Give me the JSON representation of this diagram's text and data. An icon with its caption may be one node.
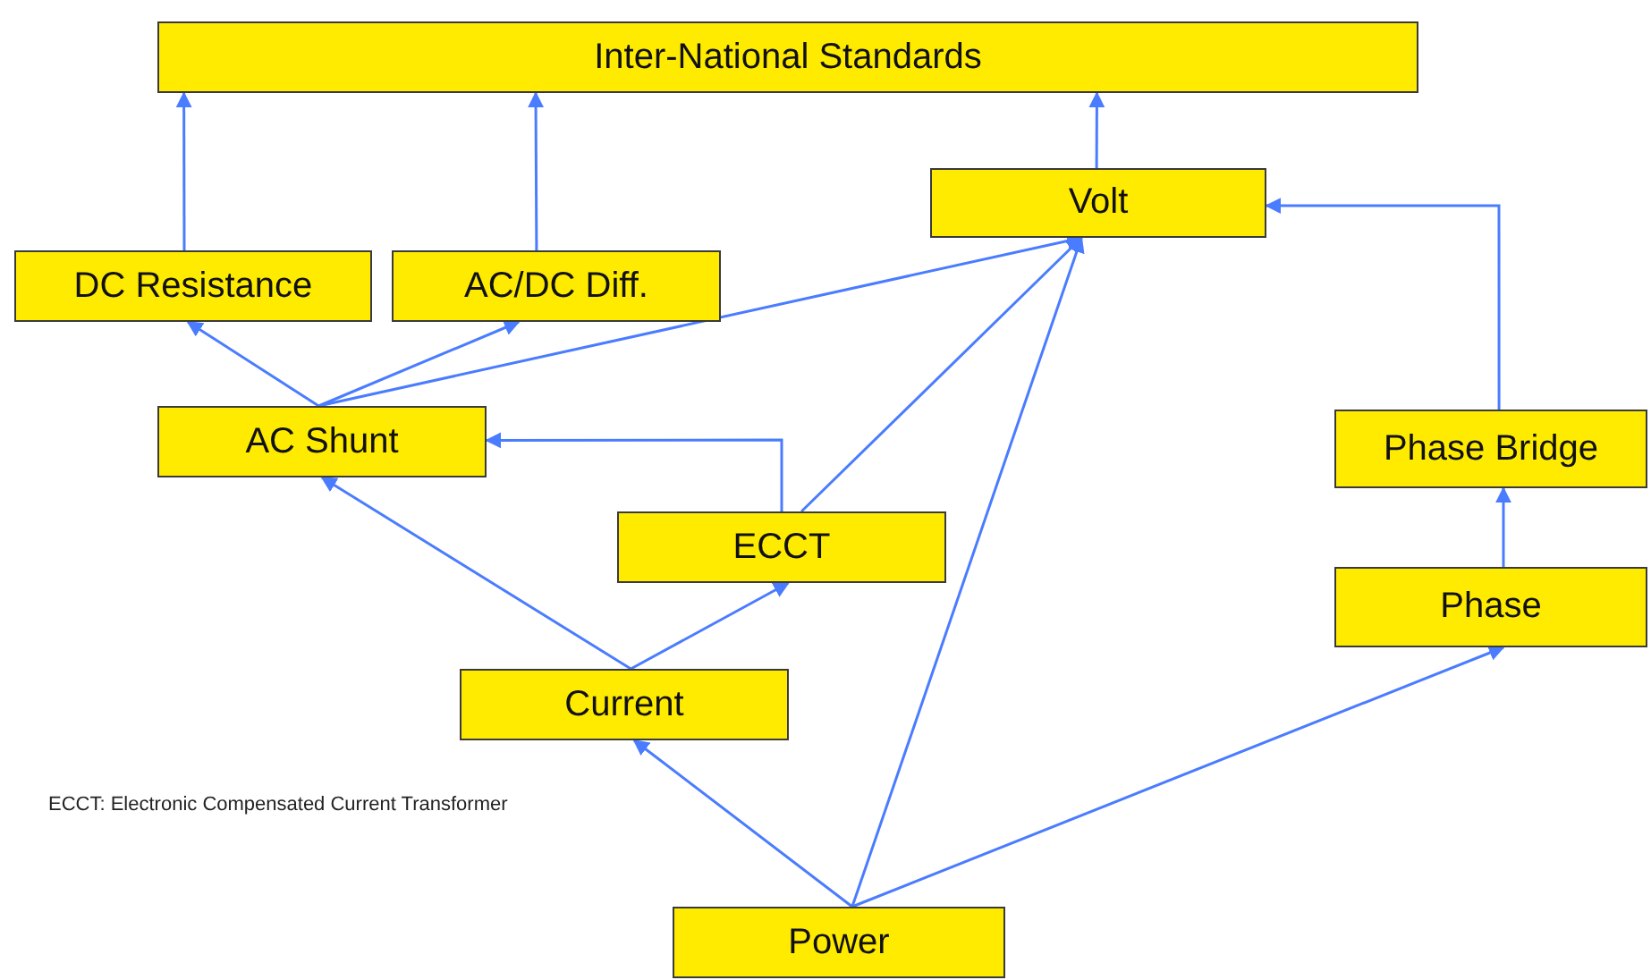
{
  "diagram": {
    "nodes": [
      {
        "text": [
          "Inter-National Standards"
        ]
      },
      {
        "text": [
          "Volt"
        ]
      },
      {
        "text": [
          "DC Resistance"
        ]
      },
      {
        "text": [
          "AC/DC Diff."
        ]
      },
      {
        "text": [
          "AC Shunt"
        ]
      },
      {
        "text": [
          "Phase Bridge"
        ]
      },
      {
        "text": [
          "ECCT"
        ]
      },
      {
        "text": [
          "Phase"
        ]
      },
      {
        "text": [
          "Current"
        ]
      },
      {
        "text": [
          "Power"
        ]
      }
    ],
    "edges": [
      {
        "from": 2,
        "to": 0,
        "arrow": "to"
      },
      {
        "from": 3,
        "to": 0,
        "arrow": "to"
      },
      {
        "from": 1,
        "to": 0,
        "arrow": "to"
      },
      {
        "from": 5,
        "to": 1,
        "arrow": "to"
      },
      {
        "from": 4,
        "to": 2,
        "arrow": "to"
      },
      {
        "from": 4,
        "to": 3,
        "arrow": "to"
      },
      {
        "from": 4,
        "to": 1,
        "arrow": "to"
      },
      {
        "from": 6,
        "to": 4,
        "arrow": "to"
      },
      {
        "from": 6,
        "to": 1,
        "arrow": "to"
      },
      {
        "from": 8,
        "to": 4,
        "arrow": "to"
      },
      {
        "from": 8,
        "to": 6,
        "arrow": "to"
      },
      {
        "from": 9,
        "to": 8,
        "arrow": "to"
      },
      {
        "from": 9,
        "to": 1,
        "arrow": "to"
      },
      {
        "from": 9,
        "to": 7,
        "arrow": "to"
      },
      {
        "from": 7,
        "to": 5,
        "arrow": "to"
      }
    ],
    "labels": [
      "ECCT: Electronic Compensated Current Transformer"
    ]
  }
}
